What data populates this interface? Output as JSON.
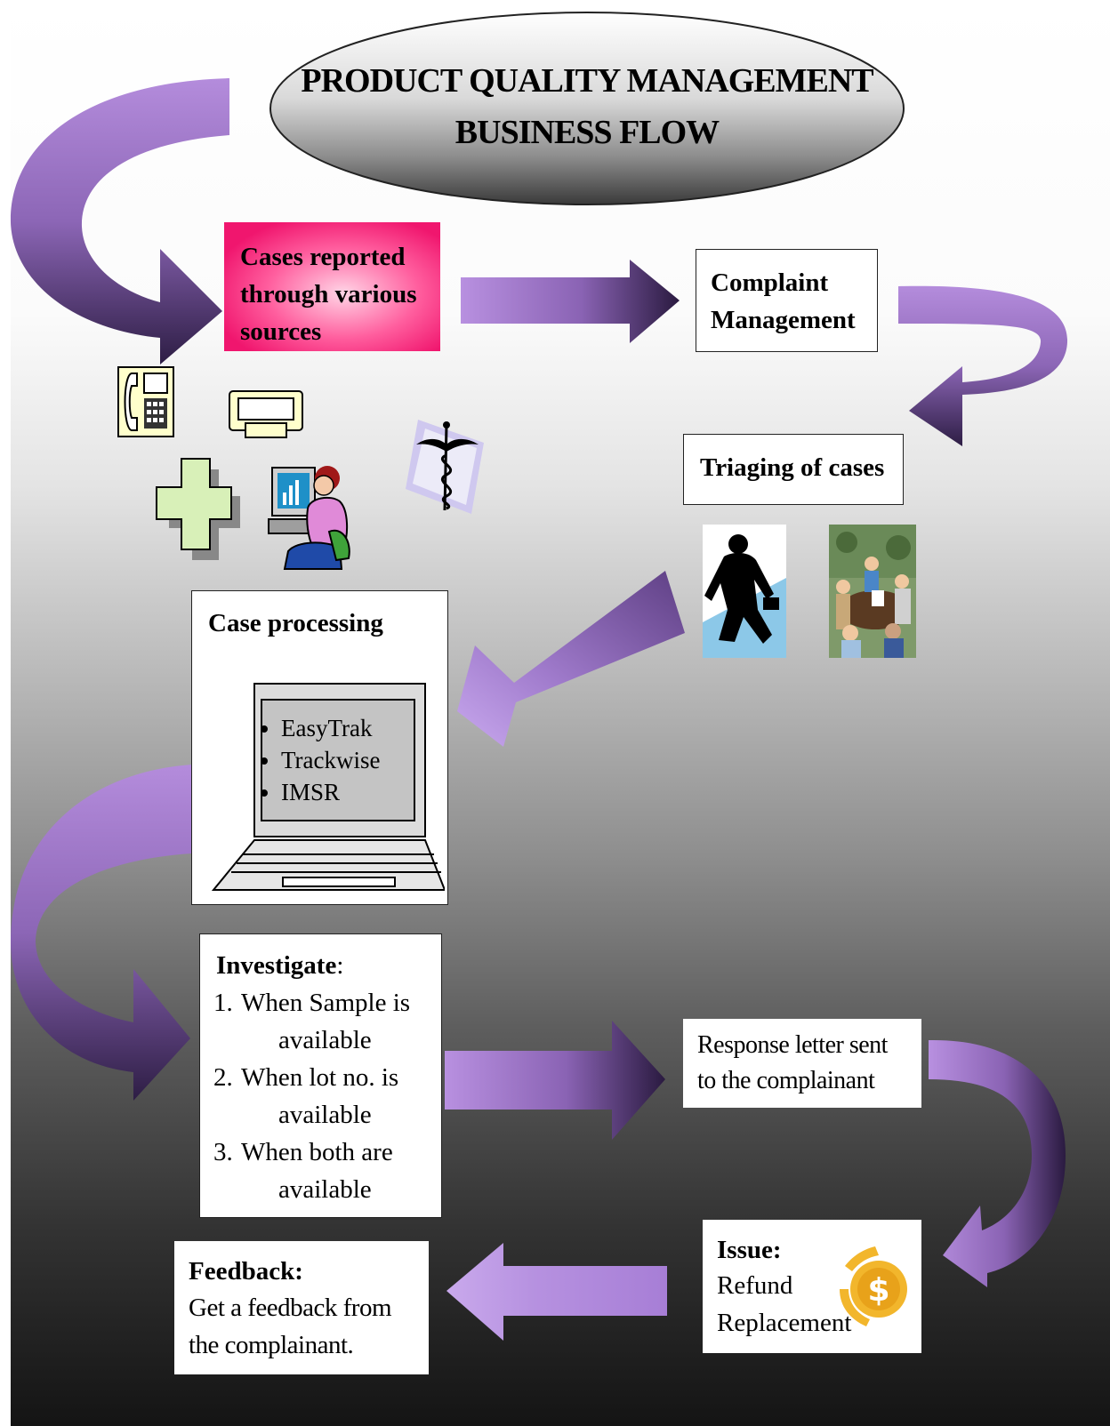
{
  "title": {
    "line1": "PRODUCT QUALITY MANAGEMENT",
    "line2": "BUSINESS FLOW"
  },
  "colors": {
    "arrow_light": "#b08ad8",
    "arrow_dark": "#2d1d44",
    "cases_box_pink": "#f0166e",
    "coin_gold": "#f2b62c"
  },
  "steps": {
    "cases_reported": "Cases reported through various sources",
    "complaint_management": "Complaint Management",
    "triaging": "Triaging of cases",
    "case_processing": {
      "heading": "Case processing",
      "systems": [
        "EasyTrak",
        "Trackwise",
        "IMSR"
      ]
    },
    "investigate": {
      "heading": "Investigate",
      "items": [
        {
          "first": "When Sample is",
          "second": "available"
        },
        {
          "first": "When lot no. is",
          "second": "available"
        },
        {
          "first": "When both are",
          "second": "available"
        }
      ]
    },
    "response": "Response letter sent to the complainant",
    "issue": {
      "heading": "Issue:",
      "lines": [
        "Refund",
        "Replacement"
      ]
    },
    "feedback": {
      "heading": "Feedback:",
      "text": "Get a feedback from the complainant."
    }
  },
  "icons": {
    "source_icons": [
      "telephone-icon",
      "fax-icon",
      "medical-cross-icon",
      "computer-user-icon",
      "caduceus-icon"
    ],
    "triage_icons": [
      "businessman-silhouette-icon",
      "meeting-group-icon"
    ],
    "issue_icon": "dollar-coin-icon",
    "case_processing_icon": "laptop-icon"
  }
}
